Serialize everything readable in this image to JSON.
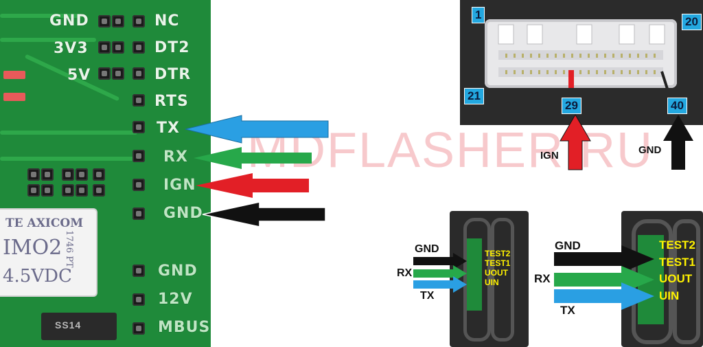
{
  "watermark": "MDFLASHER.RU",
  "pcb": {
    "header_top": [
      "GND",
      "3V3",
      "5V"
    ],
    "header_pins": [
      "NC",
      "DT2",
      "DTR",
      "RTS",
      "TX",
      "RX",
      "IGN",
      "GND"
    ],
    "header_bottom": [
      "GND",
      "12V",
      "MBUS"
    ],
    "relay_lines": [
      "TE AXICOM",
      "IMO2",
      "4.5VDC",
      "1746 PT"
    ],
    "diode_label": "SS14"
  },
  "connector": {
    "pin_numbers": [
      "1",
      "20",
      "21",
      "29",
      "40"
    ],
    "ign_label": "IGN",
    "gnd_label": "GND"
  },
  "obd_small": {
    "left_labels": [
      "GND",
      "RX",
      "TX"
    ],
    "right_labels": [
      "TEST2",
      "TEST1",
      "UOUT",
      "UIN"
    ]
  },
  "obd_large": {
    "left_labels": [
      "GND",
      "RX",
      "TX"
    ],
    "right_labels": [
      "TEST2",
      "TEST1",
      "UOUT",
      "UIN"
    ]
  },
  "colors": {
    "tx": "#2a9fe3",
    "rx": "#27a84a",
    "ign": "#e21f26",
    "gnd": "#111111",
    "pin_badge": "#23a8e0",
    "label_yellow": "#fff200"
  }
}
